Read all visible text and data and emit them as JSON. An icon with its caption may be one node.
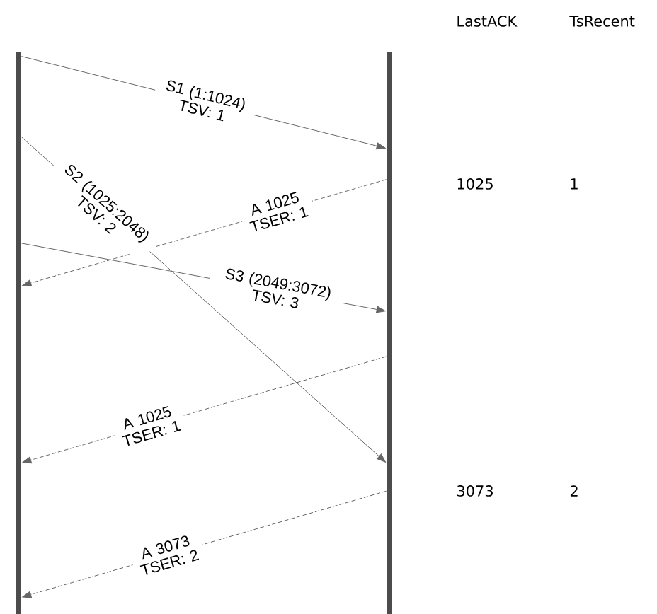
{
  "diagram": {
    "nodes": [
      {
        "text": [],
        "shape": "bar"
      },
      {
        "text": [],
        "shape": "bar"
      }
    ],
    "edges": [
      {
        "from": 0,
        "to": 1,
        "arrow": "to",
        "label": "S1 (1:1024) TSV: 1"
      },
      {
        "from": 0,
        "to": 1,
        "arrow": "to",
        "label": "S2 (1025:2048) TSV: 2"
      },
      {
        "from": 1,
        "to": 0,
        "arrow": "to",
        "label": "A 1025 TSER: 1",
        "style": "dashed"
      },
      {
        "from": 0,
        "to": 1,
        "arrow": "to",
        "label": "S3 (2049:3072) TSV: 3"
      },
      {
        "from": 1,
        "to": 0,
        "arrow": "to",
        "label": "A 1025 TSER: 1",
        "style": "dashed"
      },
      {
        "from": 1,
        "to": 0,
        "arrow": "to",
        "label": "A 3073 TSER: 2",
        "style": "dashed"
      }
    ],
    "labels": [
      "LastACK",
      "TsRecent",
      "1025",
      "1",
      "3073",
      "2"
    ]
  }
}
